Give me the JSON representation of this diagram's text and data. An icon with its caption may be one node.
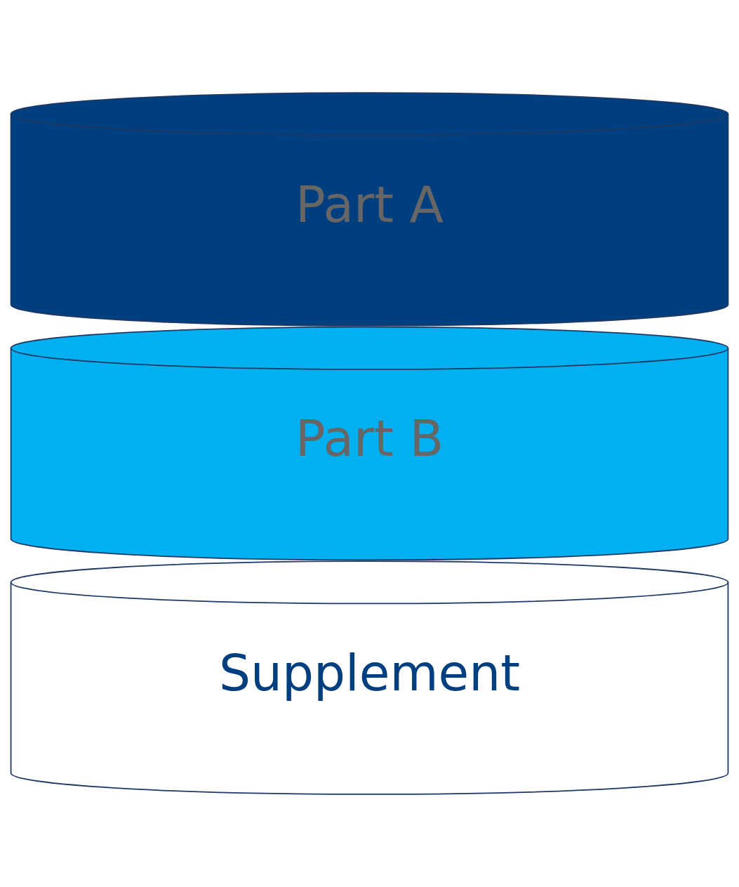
{
  "diagram": {
    "nodes": [
      {
        "text": [
          "Supplement"
        ]
      },
      {
        "text": [
          "Part B"
        ]
      },
      {
        "text": [
          "Part A"
        ]
      }
    ]
  }
}
